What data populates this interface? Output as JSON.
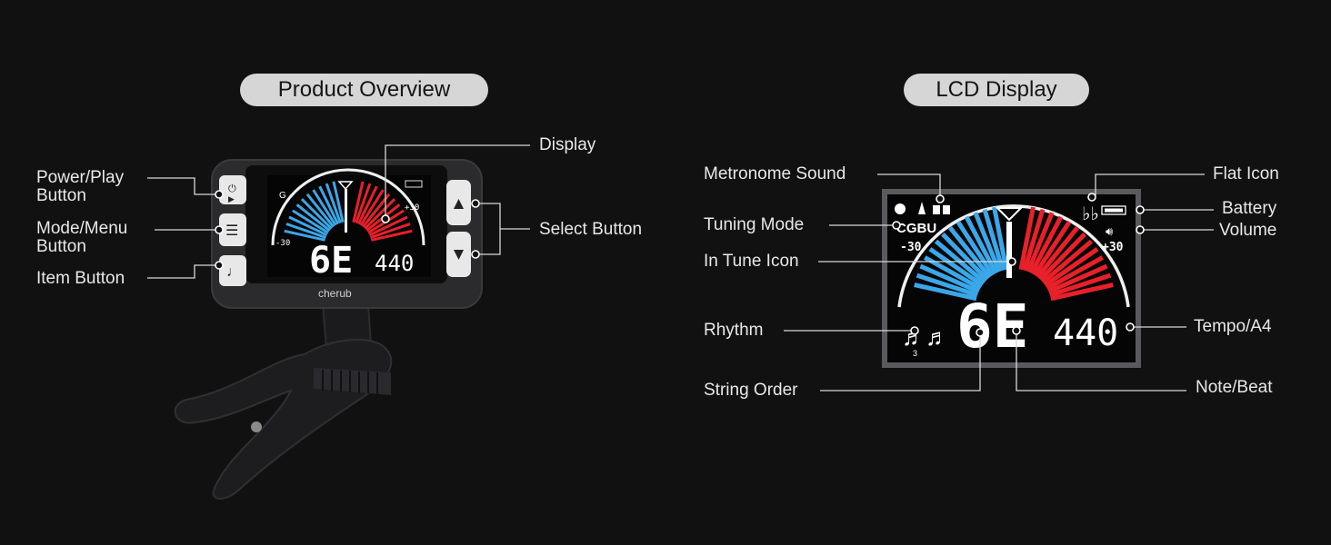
{
  "overview": {
    "title": "Product Overview",
    "labels": {
      "power_play": "Power/Play Button",
      "mode_menu": "Mode/Menu Button",
      "item": "Item Button",
      "display": "Display",
      "select": "Select Button"
    },
    "device": {
      "brand": "cherub",
      "note": "G",
      "minus": "-30",
      "plus": "+30",
      "big_digits": "6E",
      "small_digits": "440"
    }
  },
  "lcd": {
    "title": "LCD Display",
    "labels": {
      "metronome_sound": "Metronome Sound",
      "tuning_mode": "Tuning Mode",
      "in_tune_icon": "In Tune Icon",
      "rhythm": "Rhythm",
      "string_order": "String Order",
      "flat_icon": "Flat Icon",
      "battery": "Battery",
      "volume": "Volume",
      "tempo_a4": "Tempo/A4",
      "note_beat": "Note/Beat"
    },
    "screen": {
      "tuning_mode": "CGBU",
      "minus": "-30",
      "plus": "+30",
      "big_digits": "6E",
      "small_digits": "440",
      "flat": "♭♭",
      "triplet": "3"
    }
  },
  "colors": {
    "flat_side": "#3aa7e8",
    "sharp_side": "#e8202a",
    "label_pill": "#d6d6d6"
  }
}
